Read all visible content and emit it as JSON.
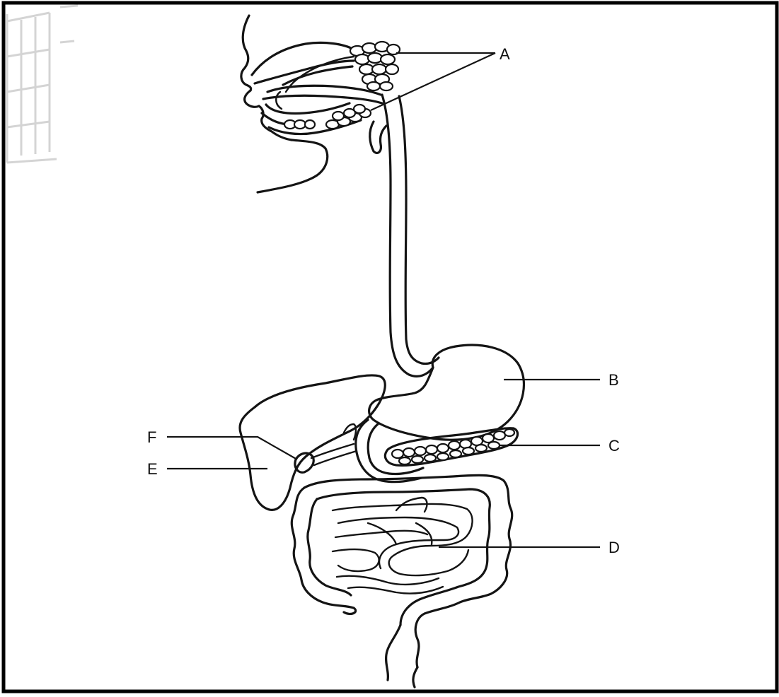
{
  "labels": {
    "a": "A",
    "b": "B",
    "c": "C",
    "d": "D",
    "e": "E",
    "f": "F"
  },
  "colors": {
    "ink": "#141414",
    "paper": "#ffffff",
    "frame": "#000000",
    "watermark": "#d4d4d4"
  }
}
